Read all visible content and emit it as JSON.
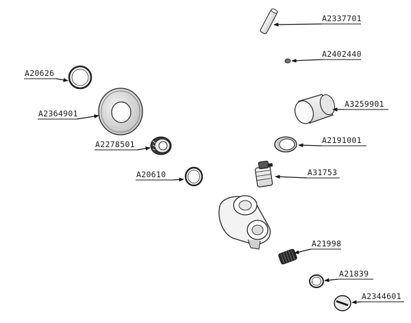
{
  "parts": [
    {
      "id": "p01",
      "code": "A2337701"
    },
    {
      "id": "p02",
      "code": "A2402440"
    },
    {
      "id": "p03",
      "code": "A20626"
    },
    {
      "id": "p04",
      "code": "A2364901"
    },
    {
      "id": "p05",
      "code": "A3259901"
    },
    {
      "id": "p06",
      "code": "A2278501"
    },
    {
      "id": "p07",
      "code": "A2191001"
    },
    {
      "id": "p08",
      "code": "A20610"
    },
    {
      "id": "p09",
      "code": "A31753"
    },
    {
      "id": "p10",
      "code": "A21998"
    },
    {
      "id": "p11",
      "code": "A21839"
    },
    {
      "id": "p12",
      "code": "A2344601"
    }
  ]
}
